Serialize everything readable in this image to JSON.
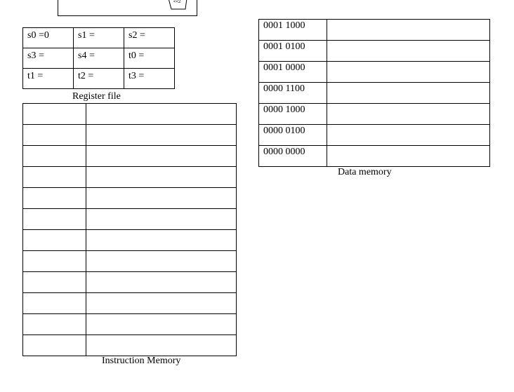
{
  "diagram_fragment": {
    "small_label": "<<2"
  },
  "register_file": {
    "caption": "Register file",
    "rows": [
      [
        "s0 =0",
        "s1 =",
        "s2 ="
      ],
      [
        "s3 =",
        "s4 =",
        "t0 ="
      ],
      [
        "t1 =",
        "t2 =",
        "t3 ="
      ]
    ]
  },
  "instruction_memory": {
    "caption": "Instruction Memory",
    "row_count": 12
  },
  "data_memory": {
    "caption": "Data memory",
    "addresses": [
      "0001 1000",
      "0001 0100",
      "0001 0000",
      "0000 1100",
      "0000 1000",
      "0000 0100",
      "0000 0000"
    ]
  }
}
